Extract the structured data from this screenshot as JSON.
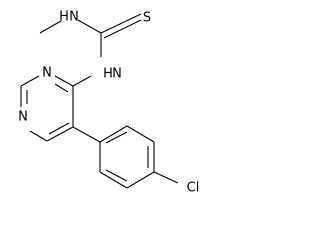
{
  "atoms": {
    "sulfur": "S",
    "methyl_nitrogen": "N",
    "methyl_nitrogen_h": "H",
    "amide_nitrogen": "N",
    "amide_nitrogen_h": "H",
    "ring_nitrogen_top": "N",
    "ring_nitrogen_left": "N",
    "chlorine": "Cl"
  },
  "colors": {
    "bond": "#000000",
    "label": "#000000",
    "background": "#ffffff"
  }
}
